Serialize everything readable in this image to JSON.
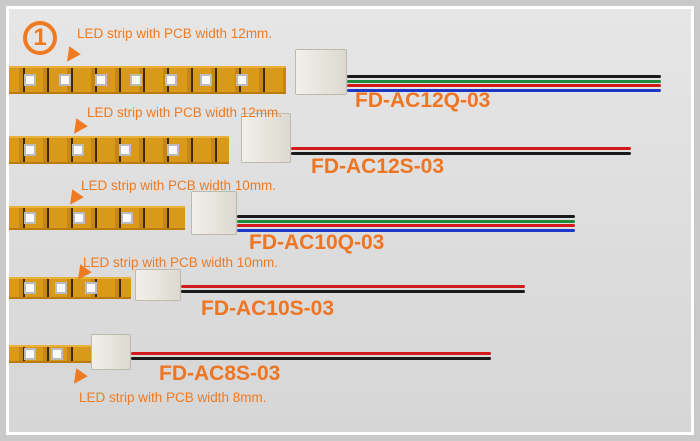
{
  "badge": "1",
  "items": [
    {
      "label": "LED strip with PCB width 12mm.",
      "model": "FD-AC12Q-03",
      "wires": [
        "#1a1a1a",
        "#1e8a3a",
        "#d21a1a",
        "#1c36c8"
      ]
    },
    {
      "label": "LED strip with PCB width 12mm.",
      "model": "FD-AC12S-03",
      "wires": [
        "#d21a1a",
        "#1a1a1a"
      ]
    },
    {
      "label": "LED strip with PCB width 10mm.",
      "model": "FD-AC10Q-03",
      "wires": [
        "#1a1a1a",
        "#1e8a3a",
        "#d21a1a",
        "#1c36c8"
      ]
    },
    {
      "label": "LED strip with PCB width 10mm.",
      "model": "FD-AC10S-03",
      "wires": [
        "#d21a1a",
        "#1a1a1a"
      ]
    },
    {
      "label": "LED strip with PCB width 8mm.",
      "model": "FD-AC8S-03",
      "wires": [
        "#d21a1a",
        "#1a1a1a"
      ]
    }
  ]
}
